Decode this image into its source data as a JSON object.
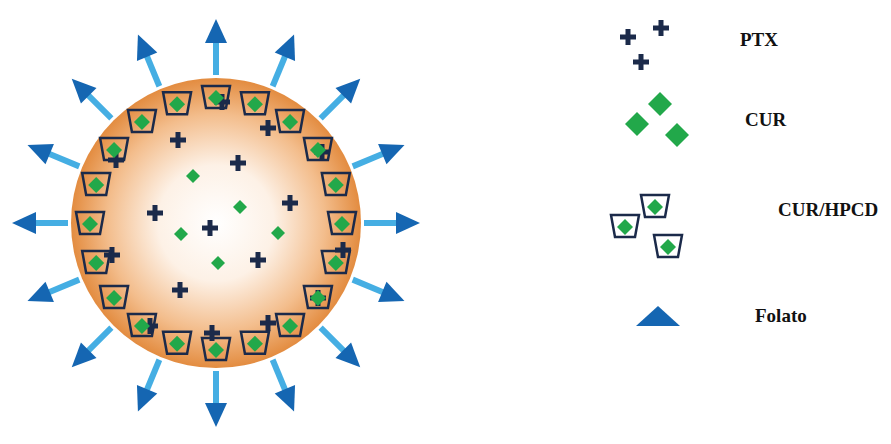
{
  "diagram": {
    "legend": [
      {
        "text": "PTX"
      },
      {
        "text": "CUR"
      },
      {
        "text": "CUR/HPCD"
      },
      {
        "text": "Folato"
      }
    ]
  }
}
